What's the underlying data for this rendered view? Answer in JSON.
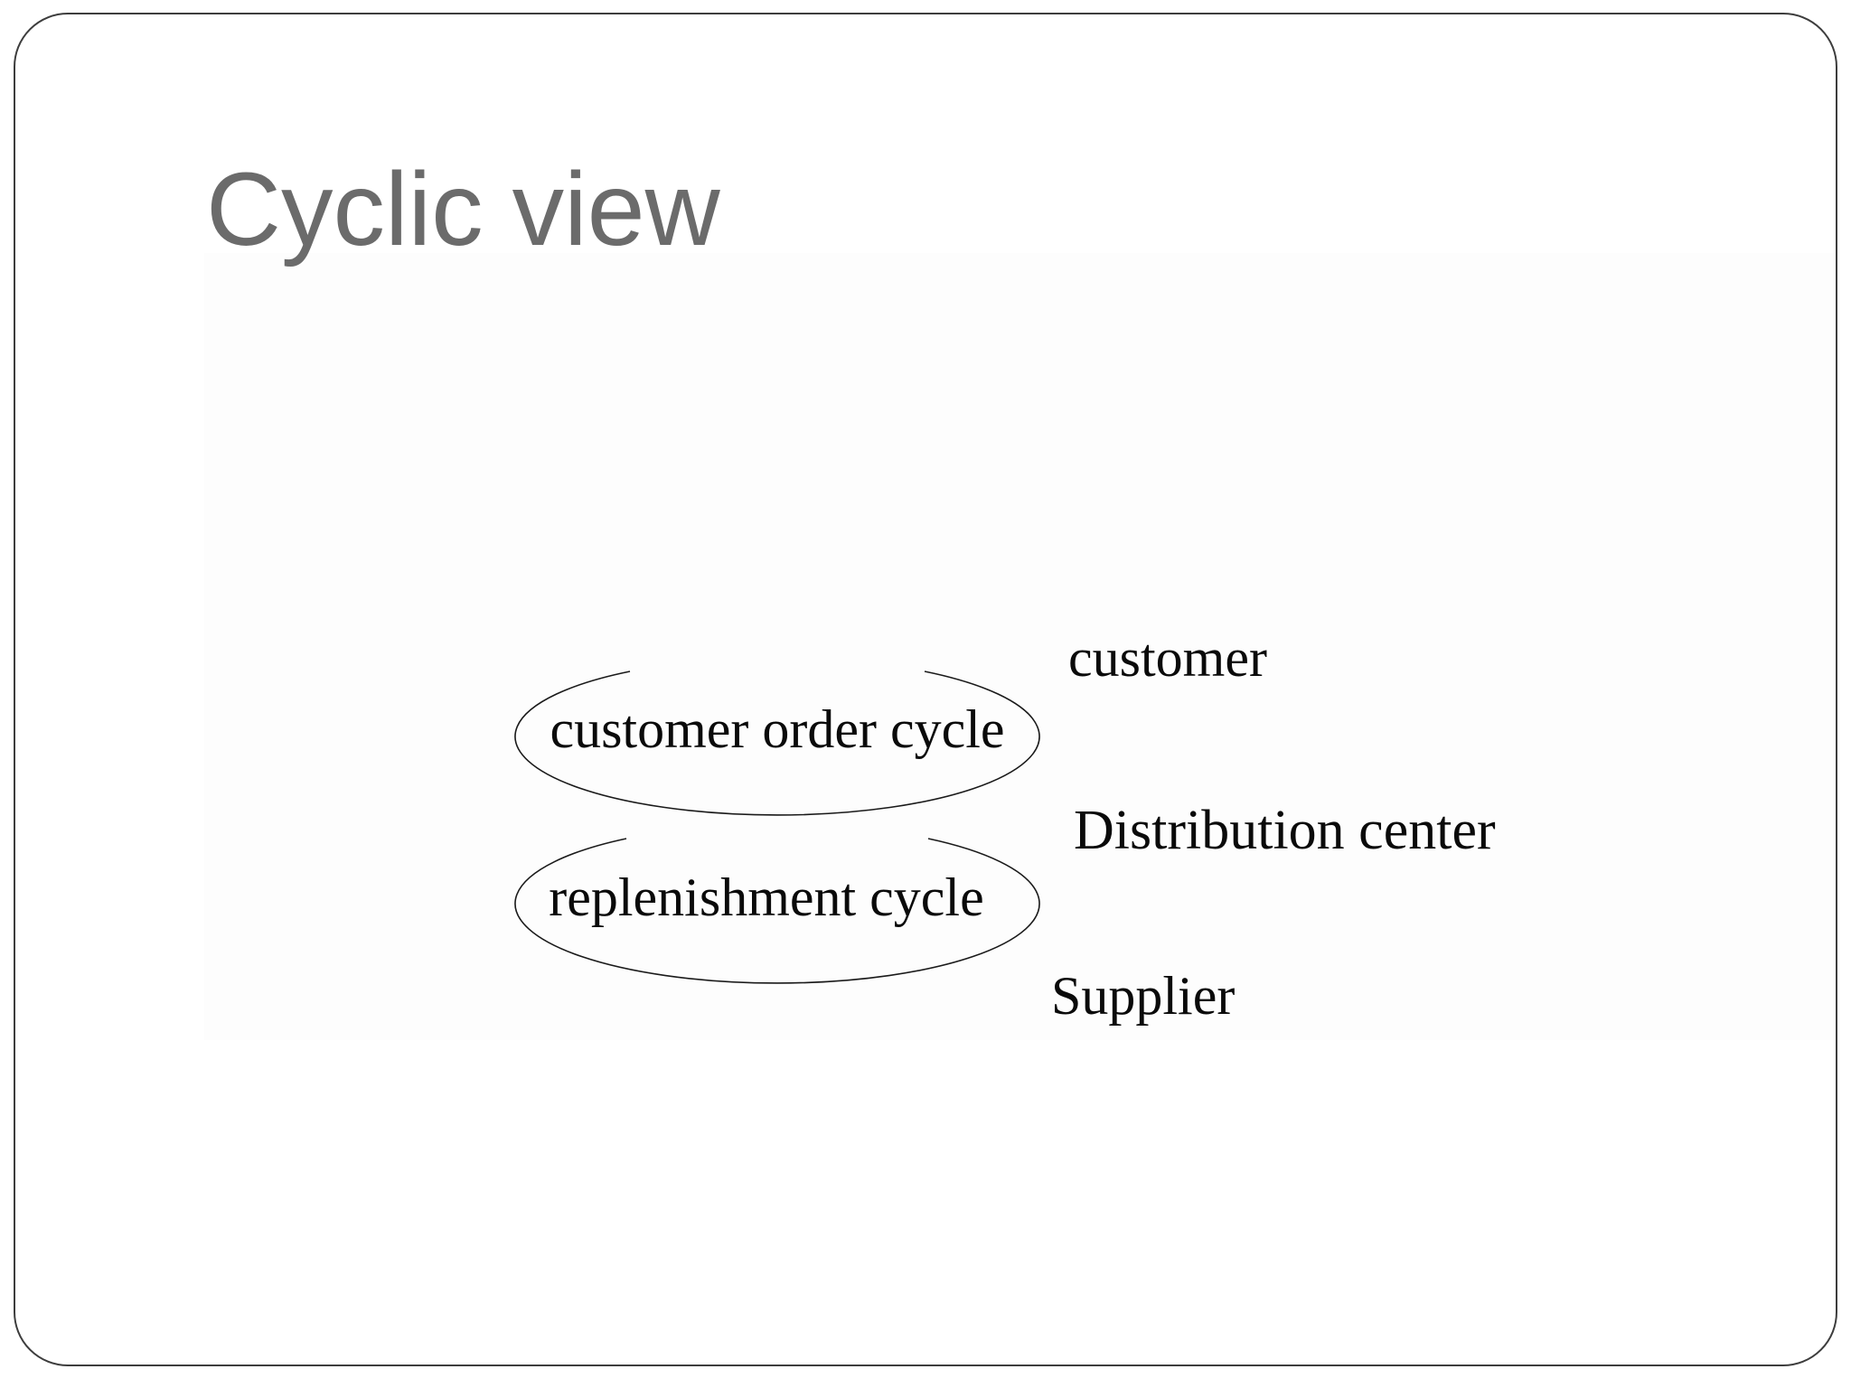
{
  "slide": {
    "title": "Cyclic view",
    "colors": {
      "background": "#ffffff",
      "frame_border": "#3d3d3d",
      "title_text": "#6b6b6b",
      "diagram_text": "#0a0a0a",
      "arc_stroke": "#1a1a1a"
    },
    "diagram": {
      "cycles": [
        {
          "label": "customer order cycle"
        },
        {
          "label": "replenishment cycle"
        }
      ],
      "stages": [
        {
          "label": "customer"
        },
        {
          "label": "Distribution center"
        },
        {
          "label": "Supplier"
        }
      ]
    }
  }
}
